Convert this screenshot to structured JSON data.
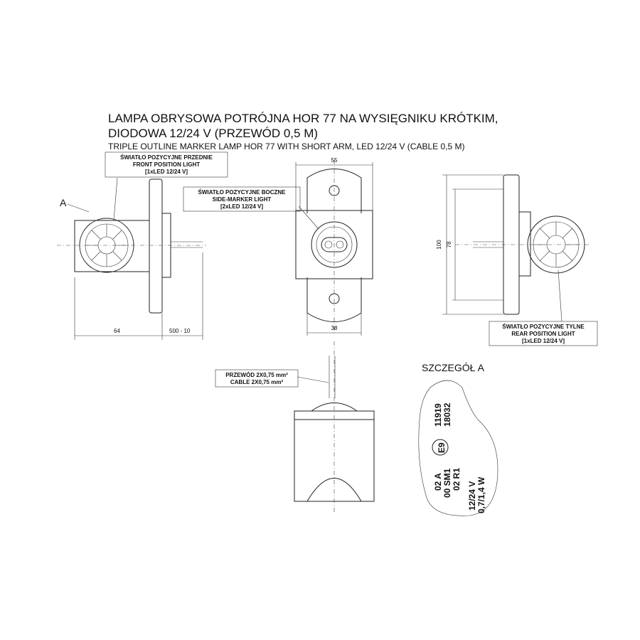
{
  "title": {
    "line1": "LAMPA OBRYSOWA POTRÓJNA HOR 77 NA WYSIĘGNIKU KRÓTKIM,",
    "line2": "DIODOWA 12/24 V (PRZEWÓD 0,5 M)",
    "english": "TRIPLE OUTLINE MARKER LAMP HOR 77 WITH SHORT ARM, LED 12/24 V (CABLE 0,5 M)"
  },
  "labels": {
    "front": [
      "ŚWIATŁO POZYCYJNE PRZEDNIE",
      "FRONT POSITION LIGHT",
      "[1xLED 12/24 V]"
    ],
    "side": [
      "ŚWIATŁO POZYCYJNE BOCZNE",
      "SIDE-MARKER LIGHT",
      "[2xLED 12/24 V]"
    ],
    "rear": [
      "ŚWIATŁO POZYCYJNE TYLNE",
      "REAR POSITION LIGHT",
      "[1xLED 12/24 V]"
    ],
    "cable": [
      "PRZEWÓD 2X0,75 mm²",
      "CABLE 2X0,75 mm²"
    ],
    "detail_ref": "A"
  },
  "dimensions": {
    "width_top": "55",
    "width_bottom": "38",
    "depth": "64",
    "cable_length": "500 - 10",
    "height_total": "100",
    "height_inner": "78"
  },
  "detail": {
    "title": "SZCZEGÓŁ A",
    "lines": [
      "11919",
      "18032",
      "E9",
      "02 A",
      "00 SM1",
      "02 R1",
      "12/24 V",
      "0,7/1,4 W"
    ]
  }
}
